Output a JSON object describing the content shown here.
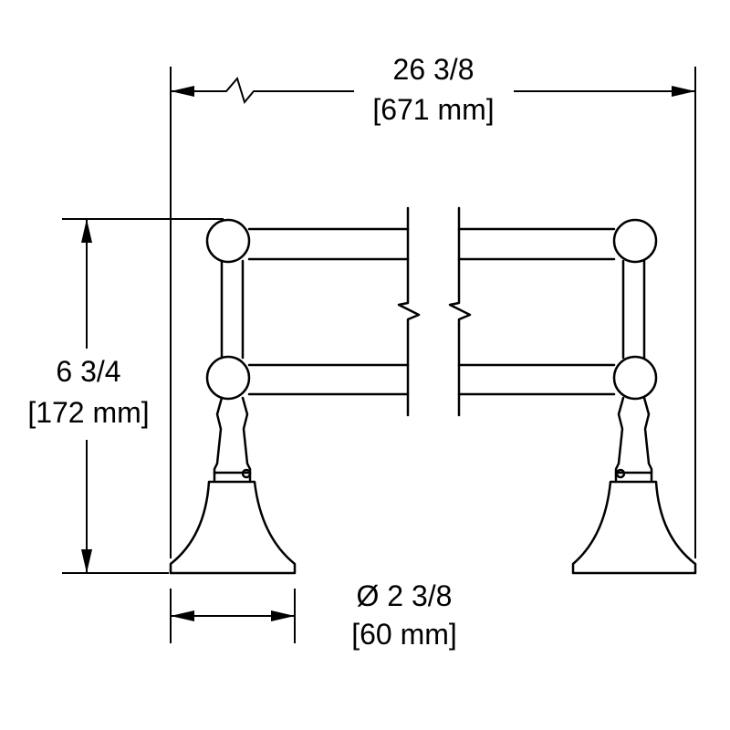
{
  "dimensions": {
    "overall_length": {
      "imperial": "26 3/8",
      "metric": "[671 mm]"
    },
    "height": {
      "imperial": "6 3/4",
      "metric": "[172 mm]"
    },
    "base_diameter": {
      "imperial": "Ø 2 3/8",
      "metric": "[60 mm]"
    }
  },
  "colors": {
    "line": "#000000",
    "background": "#ffffff"
  }
}
